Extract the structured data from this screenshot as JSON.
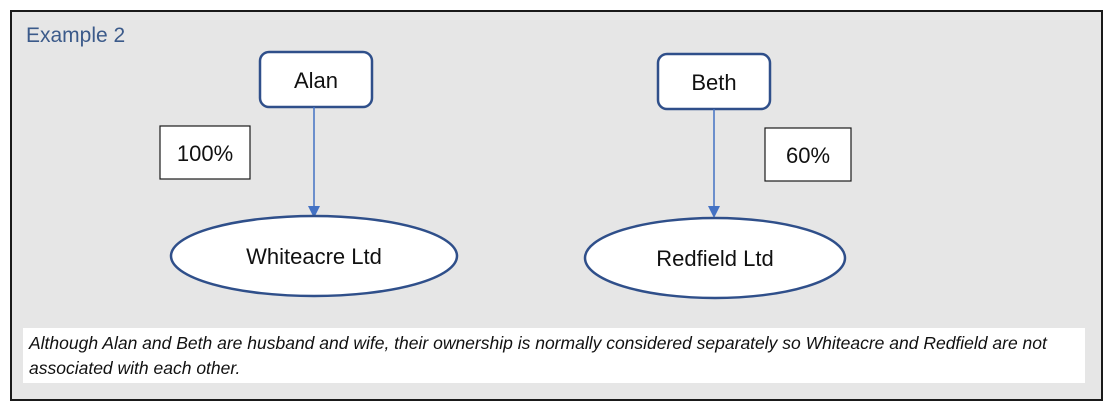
{
  "title": "Example 2",
  "nodes": {
    "alan": "Alan",
    "beth": "Beth",
    "whiteacre": "Whiteacre Ltd",
    "redfield": "Redfield Ltd"
  },
  "edges": {
    "alan_whiteacre": "100%",
    "beth_redfield": "60%"
  },
  "note": "Although Alan and Beth are husband and wife, their ownership is normally considered separately so Whiteacre and Redfield are not associated with each other.",
  "colors": {
    "background": "#e6e6e6",
    "node_border": "#2f4f8a",
    "arrow": "#4472c4",
    "title": "#3b5a8a"
  }
}
